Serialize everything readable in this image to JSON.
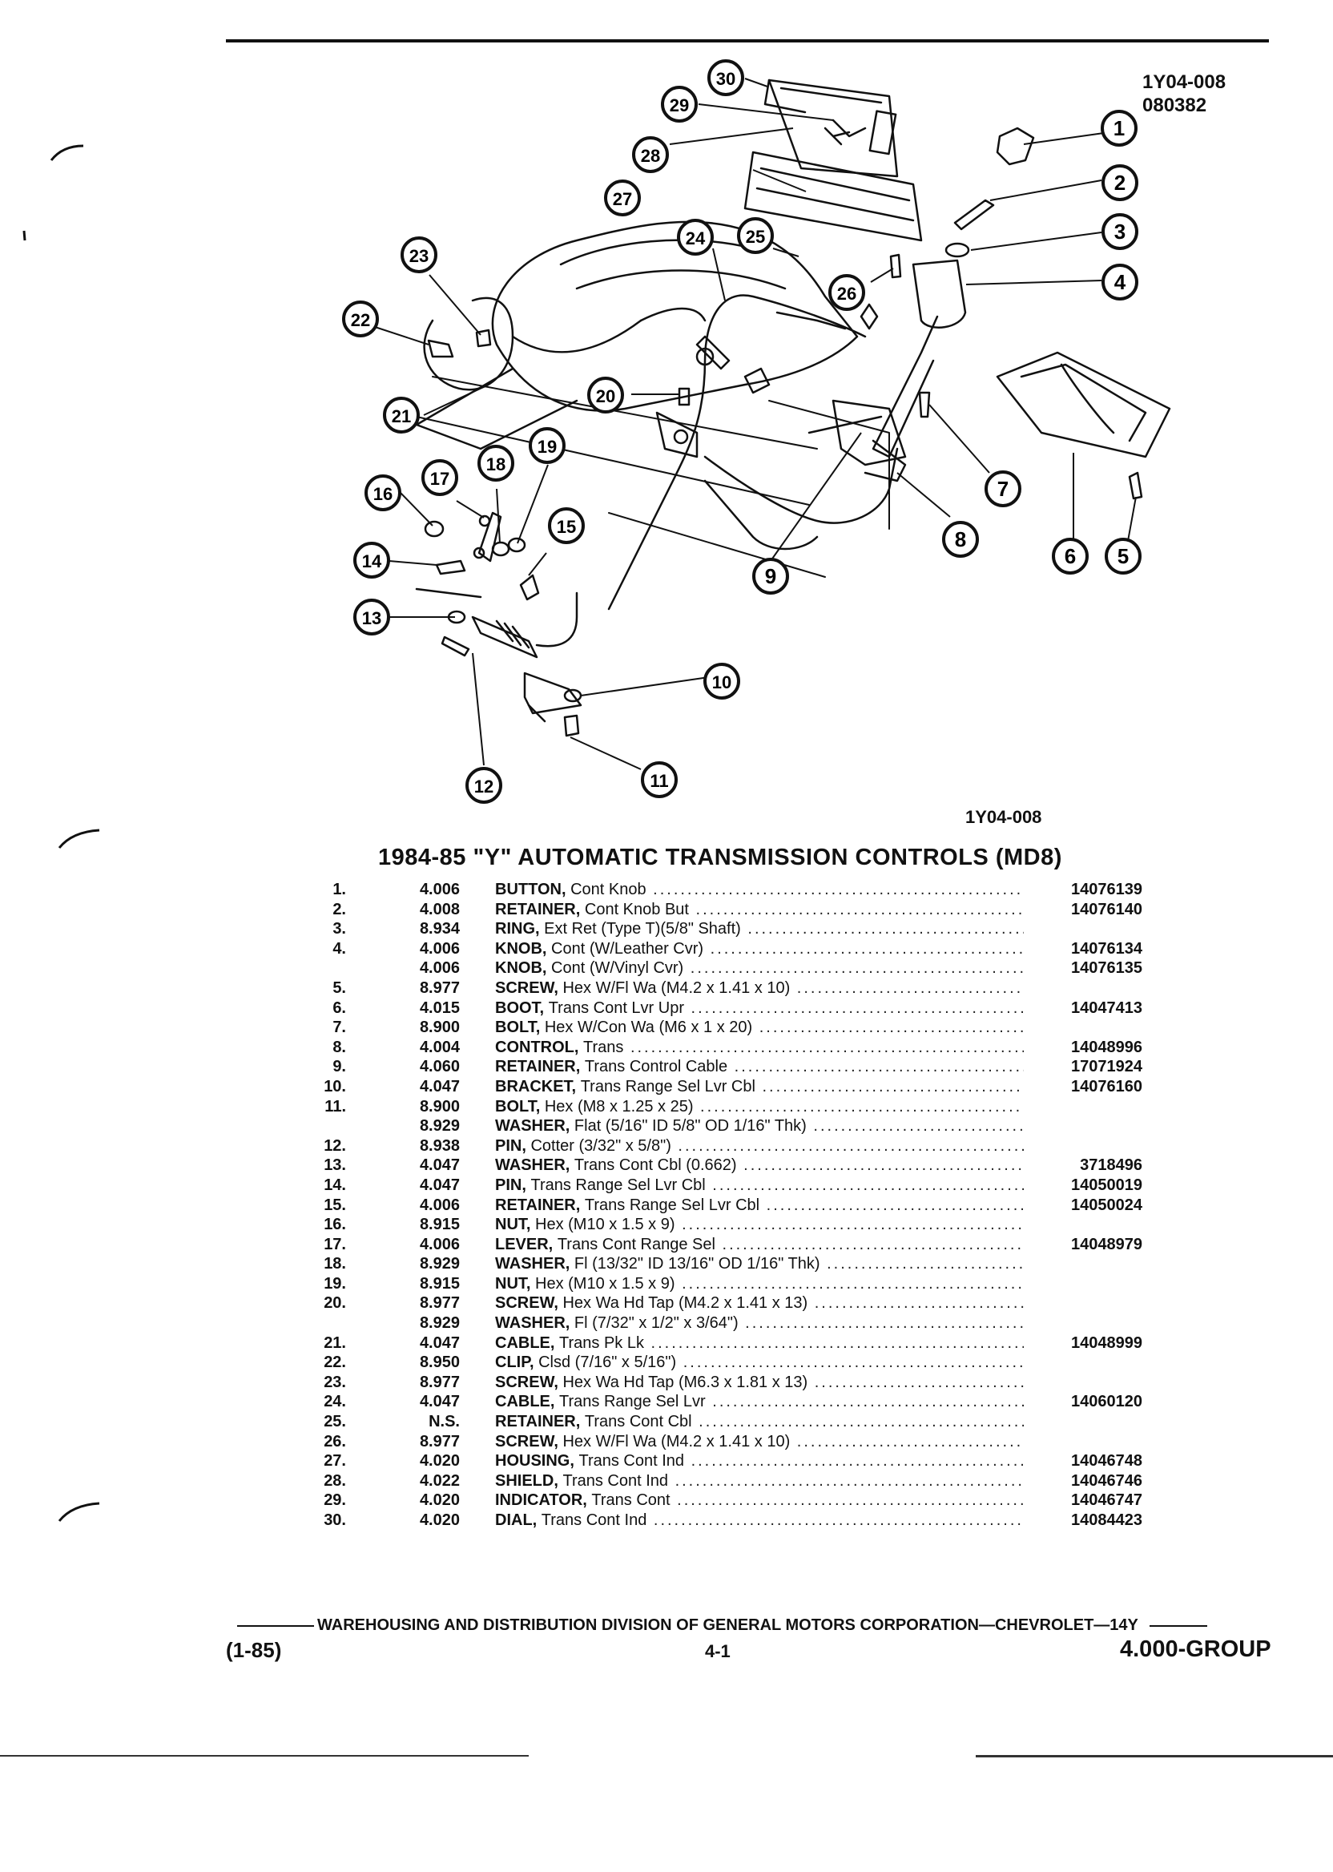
{
  "diagram": {
    "code_top": "1Y04-008",
    "date_code": "080382",
    "ref_bottom": "1Y04-008",
    "callouts": [
      "1",
      "2",
      "3",
      "4",
      "5",
      "6",
      "7",
      "8",
      "9",
      "10",
      "11",
      "12",
      "13",
      "14",
      "15",
      "16",
      "17",
      "18",
      "19",
      "20",
      "21",
      "22",
      "23",
      "24",
      "25",
      "26",
      "27",
      "28",
      "29",
      "30"
    ]
  },
  "section_title": "1984-85 \"Y\" AUTOMATIC TRANSMISSION CONTROLS (MD8)",
  "parts": [
    {
      "num": "1.",
      "group": "4.006",
      "name": "BUTTON,",
      "detail": "Cont Knob",
      "part_no": "14076139"
    },
    {
      "num": "2.",
      "group": "4.008",
      "name": "RETAINER,",
      "detail": "Cont Knob But",
      "part_no": "14076140"
    },
    {
      "num": "3.",
      "group": "8.934",
      "name": "RING,",
      "detail": "Ext Ret (Type T)(5/8\" Shaft)",
      "part_no": ""
    },
    {
      "num": "4.",
      "group": "4.006",
      "name": "KNOB,",
      "detail": "Cont (W/Leather Cvr)",
      "part_no": "14076134"
    },
    {
      "num": "",
      "group": "4.006",
      "name": "KNOB,",
      "detail": "Cont (W/Vinyl Cvr)",
      "part_no": "14076135"
    },
    {
      "num": "5.",
      "group": "8.977",
      "name": "SCREW,",
      "detail": "Hex W/Fl Wa (M4.2 x 1.41 x 10)",
      "part_no": ""
    },
    {
      "num": "6.",
      "group": "4.015",
      "name": "BOOT,",
      "detail": "Trans Cont Lvr Upr",
      "part_no": "14047413"
    },
    {
      "num": "7.",
      "group": "8.900",
      "name": "BOLT,",
      "detail": "Hex W/Con Wa (M6 x 1 x 20)",
      "part_no": ""
    },
    {
      "num": "8.",
      "group": "4.004",
      "name": "CONTROL,",
      "detail": "Trans",
      "part_no": "14048996"
    },
    {
      "num": "9.",
      "group": "4.060",
      "name": "RETAINER,",
      "detail": "Trans Control Cable",
      "part_no": "17071924"
    },
    {
      "num": "10.",
      "group": "4.047",
      "name": "BRACKET,",
      "detail": "Trans Range Sel Lvr Cbl",
      "part_no": "14076160"
    },
    {
      "num": "11.",
      "group": "8.900",
      "name": "BOLT,",
      "detail": "Hex (M8 x 1.25 x 25)",
      "part_no": ""
    },
    {
      "num": "",
      "group": "8.929",
      "name": "WASHER,",
      "detail": "Flat (5/16\" ID 5/8\" OD 1/16\" Thk)",
      "part_no": ""
    },
    {
      "num": "12.",
      "group": "8.938",
      "name": "PIN,",
      "detail": "Cotter (3/32\" x 5/8\")",
      "part_no": ""
    },
    {
      "num": "13.",
      "group": "4.047",
      "name": "WASHER,",
      "detail": "Trans Cont Cbl (0.662)",
      "part_no": "3718496"
    },
    {
      "num": "14.",
      "group": "4.047",
      "name": "PIN,",
      "detail": "Trans Range Sel Lvr Cbl",
      "part_no": "14050019"
    },
    {
      "num": "15.",
      "group": "4.006",
      "name": "RETAINER,",
      "detail": "Trans Range Sel Lvr Cbl",
      "part_no": "14050024"
    },
    {
      "num": "16.",
      "group": "8.915",
      "name": "NUT,",
      "detail": "Hex (M10 x 1.5 x 9)",
      "part_no": ""
    },
    {
      "num": "17.",
      "group": "4.006",
      "name": "LEVER,",
      "detail": "Trans Cont Range Sel",
      "part_no": "14048979"
    },
    {
      "num": "18.",
      "group": "8.929",
      "name": "WASHER,",
      "detail": "Fl (13/32\" ID 13/16\" OD 1/16\" Thk)",
      "part_no": ""
    },
    {
      "num": "19.",
      "group": "8.915",
      "name": "NUT,",
      "detail": "Hex (M10 x 1.5 x 9)",
      "part_no": ""
    },
    {
      "num": "20.",
      "group": "8.977",
      "name": "SCREW,",
      "detail": "Hex Wa Hd Tap (M4.2 x 1.41 x 13)",
      "part_no": ""
    },
    {
      "num": "",
      "group": "8.929",
      "name": "WASHER,",
      "detail": "Fl (7/32\" x 1/2\" x 3/64\")",
      "part_no": ""
    },
    {
      "num": "21.",
      "group": "4.047",
      "name": "CABLE,",
      "detail": "Trans Pk Lk",
      "part_no": "14048999"
    },
    {
      "num": "22.",
      "group": "8.950",
      "name": "CLIP,",
      "detail": "Clsd (7/16\" x 5/16\")",
      "part_no": ""
    },
    {
      "num": "23.",
      "group": "8.977",
      "name": "SCREW,",
      "detail": "Hex Wa Hd Tap (M6.3 x 1.81 x 13)",
      "part_no": ""
    },
    {
      "num": "24.",
      "group": "4.047",
      "name": "CABLE,",
      "detail": "Trans Range Sel Lvr",
      "part_no": "14060120"
    },
    {
      "num": "25.",
      "group": "N.S.",
      "name": "RETAINER,",
      "detail": "Trans Cont Cbl",
      "part_no": ""
    },
    {
      "num": "26.",
      "group": "8.977",
      "name": "SCREW,",
      "detail": "Hex W/Fl Wa (M4.2 x 1.41 x 10)",
      "part_no": ""
    },
    {
      "num": "27.",
      "group": "4.020",
      "name": "HOUSING,",
      "detail": "Trans Cont Ind",
      "part_no": "14046748"
    },
    {
      "num": "28.",
      "group": "4.022",
      "name": "SHIELD,",
      "detail": "Trans Cont Ind",
      "part_no": "14046746"
    },
    {
      "num": "29.",
      "group": "4.020",
      "name": "INDICATOR,",
      "detail": "Trans Cont",
      "part_no": "14046747"
    },
    {
      "num": "30.",
      "group": "4.020",
      "name": "DIAL,",
      "detail": "Trans Cont Ind",
      "part_no": "14084423"
    }
  ],
  "footer": {
    "division": "WAREHOUSING AND DISTRIBUTION DIVISION OF GENERAL MOTORS CORPORATION—CHEVROLET—14Y",
    "date": "(1-85)",
    "page": "4-1",
    "group": "4.000-GROUP"
  }
}
